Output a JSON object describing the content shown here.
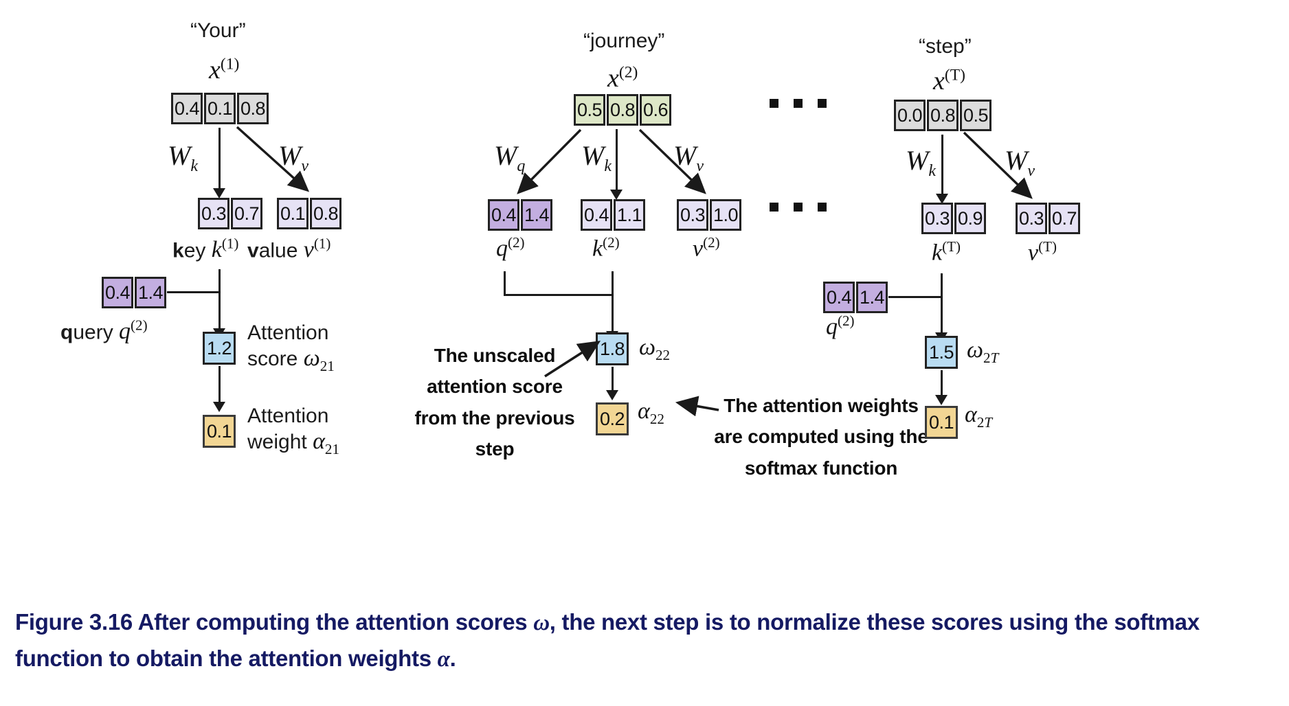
{
  "figure": {
    "id": "Figure 3.16",
    "caption_part1": "Figure 3.16 After computing the attention scores ",
    "caption_omega": "ω",
    "caption_part2": ", the next step is to normalize these scores using the softmax function to obtain the attention weights ",
    "caption_alpha": "α",
    "caption_end": ".",
    "caption_full": "Figure 3.16 After computing the attention scores ω, the next step is to normalize these scores using the softmax function to obtain the attention weights α.",
    "caption_color": "#151a63"
  },
  "colors": {
    "input_gray": "#dcdcdc",
    "input_green": "#dde7c7",
    "kv_lavender": "#e6e2f5",
    "query_purple": "#c3aee0",
    "score_blue": "#b9dcf2",
    "weight_orange": "#f2d694",
    "stroke": "#222222"
  },
  "columns": [
    {
      "id": "col-your",
      "token": "“Your”",
      "input_symbol": {
        "base": "x",
        "sup": "(1)"
      },
      "input_vector": {
        "values": [
          "0.4",
          "0.1",
          "0.8"
        ],
        "color": "input_gray"
      },
      "projections": [
        {
          "name": "W_k",
          "base": "W",
          "sub": "k"
        },
        {
          "name": "W_v",
          "base": "W",
          "sub": "v"
        }
      ],
      "outputs": [
        {
          "id": "key",
          "label_prefix": "k",
          "label_bold_letter": "k",
          "label_text": "ey",
          "symbol_base": "k",
          "symbol_sup": "(1)",
          "values": [
            "0.3",
            "0.7"
          ],
          "color": "kv_lavender"
        },
        {
          "id": "value",
          "label_prefix": "v",
          "label_bold_letter": "v",
          "label_text": "alue",
          "symbol_base": "v",
          "symbol_sup": "(1)",
          "values": [
            "0.1",
            "0.8"
          ],
          "color": "kv_lavender"
        }
      ],
      "query": {
        "label_bold_letter": "q",
        "label_text": "uery",
        "symbol_base": "q",
        "symbol_sup": "(2)",
        "values": [
          "0.4",
          "1.4"
        ],
        "color": "query_purple"
      },
      "score": {
        "value": "1.2",
        "color": "score_blue",
        "label_line1": "Attention",
        "label_line2": "score ",
        "symbol_base": "ω",
        "symbol_sub": "21"
      },
      "weight": {
        "value": "0.1",
        "color": "weight_orange",
        "label_line1": "Attention",
        "label_line2": "weight ",
        "symbol_base": "α",
        "symbol_sub": "21"
      }
    },
    {
      "id": "col-journey",
      "token": "“journey”",
      "input_symbol": {
        "base": "x",
        "sup": "(2)"
      },
      "input_vector": {
        "values": [
          "0.5",
          "0.8",
          "0.6"
        ],
        "color": "input_green"
      },
      "projections": [
        {
          "name": "W_q",
          "base": "W",
          "sub": "q"
        },
        {
          "name": "W_k",
          "base": "W",
          "sub": "k"
        },
        {
          "name": "W_v",
          "base": "W",
          "sub": "v"
        }
      ],
      "outputs": [
        {
          "id": "query2",
          "symbol_base": "q",
          "symbol_sup": "(2)",
          "values": [
            "0.4",
            "1.4"
          ],
          "color": "query_purple"
        },
        {
          "id": "key2",
          "symbol_base": "k",
          "symbol_sup": "(2)",
          "values": [
            "0.4",
            "1.1"
          ],
          "color": "kv_lavender"
        },
        {
          "id": "value2",
          "symbol_base": "v",
          "symbol_sup": "(2)",
          "values": [
            "0.3",
            "1.0"
          ],
          "color": "kv_lavender"
        }
      ],
      "score": {
        "value": "1.8",
        "color": "score_blue",
        "symbol_base": "ω",
        "symbol_sub": "22"
      },
      "weight": {
        "value": "0.2",
        "color": "weight_orange",
        "symbol_base": "α",
        "symbol_sub": "22"
      }
    },
    {
      "id": "col-step",
      "token": "“step”",
      "input_symbol": {
        "base": "x",
        "sup": "(T)"
      },
      "input_vector": {
        "values": [
          "0.0",
          "0.8",
          "0.5"
        ],
        "color": "input_gray"
      },
      "projections": [
        {
          "name": "W_k",
          "base": "W",
          "sub": "k"
        },
        {
          "name": "W_v",
          "base": "W",
          "sub": "v"
        }
      ],
      "outputs": [
        {
          "id": "keyT",
          "symbol_base": "k",
          "symbol_sup": "(T)",
          "values": [
            "0.3",
            "0.9"
          ],
          "color": "kv_lavender"
        },
        {
          "id": "valueT",
          "symbol_base": "v",
          "symbol_sup": "(T)",
          "values": [
            "0.3",
            "0.7"
          ],
          "color": "kv_lavender"
        }
      ],
      "query": {
        "symbol_base": "q",
        "symbol_sup": "(2)",
        "values": [
          "0.4",
          "1.4"
        ],
        "color": "query_purple"
      },
      "score": {
        "value": "1.5",
        "color": "score_blue",
        "symbol_base": "ω",
        "symbol_sub": "2T"
      },
      "weight": {
        "value": "0.1",
        "color": "weight_orange",
        "symbol_base": "α",
        "symbol_sub": "2T"
      }
    }
  ],
  "annotations": [
    {
      "id": "unscaled-score-note",
      "text": "The unscaled\nattention score\nfrom the previous\nstep"
    },
    {
      "id": "softmax-note",
      "text": "The attention weights\nare computed using the\nsoftmax function"
    }
  ],
  "ellipses": [
    {
      "id": "ellipsis-top",
      "glyph": "…"
    },
    {
      "id": "ellipsis-mid",
      "glyph": "…"
    }
  ]
}
